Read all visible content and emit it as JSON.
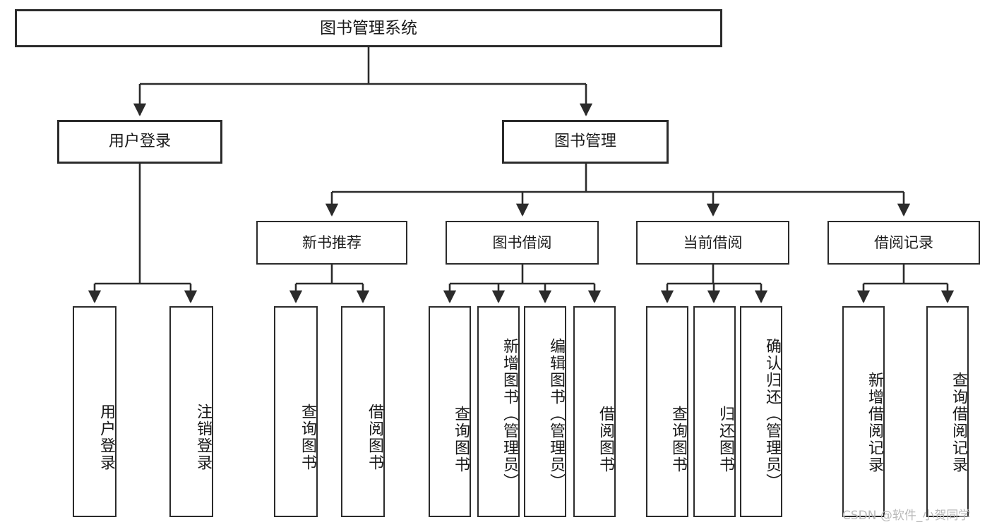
{
  "diagram": {
    "title": "图书管理系统",
    "type": "tree-hierarchy-chart",
    "root": {
      "label": "图书管理系统"
    },
    "level1": [
      {
        "label": "用户登录"
      },
      {
        "label": "图书管理"
      }
    ],
    "level2": [
      {
        "label": "新书推荐"
      },
      {
        "label": "图书借阅"
      },
      {
        "label": "当前借阅"
      },
      {
        "label": "借阅记录"
      }
    ],
    "leaves": {
      "user_login": [
        {
          "label": "用户登录"
        },
        {
          "label": "注销登录"
        }
      ],
      "new_book_recommend": [
        {
          "label": "查询图书"
        },
        {
          "label": "借阅图书"
        }
      ],
      "book_borrow": [
        {
          "label": "查询图书"
        },
        {
          "label": "新增图书（管理员）"
        },
        {
          "label": "编辑图书（管理员）"
        },
        {
          "label": "借阅图书"
        }
      ],
      "current_borrow": [
        {
          "label": "查询图书"
        },
        {
          "label": "归还图书"
        },
        {
          "label": "确认归还（管理员）"
        }
      ],
      "borrow_record": [
        {
          "label": "新增借阅记录"
        },
        {
          "label": "查询借阅记录"
        }
      ]
    }
  },
  "watermark": {
    "text": "CSDN @软件_小贺同学"
  },
  "colors": {
    "border": "#2b2b2b",
    "background": "#ffffff",
    "text": "#1a1a1a",
    "watermark": "#b9b9b9"
  }
}
